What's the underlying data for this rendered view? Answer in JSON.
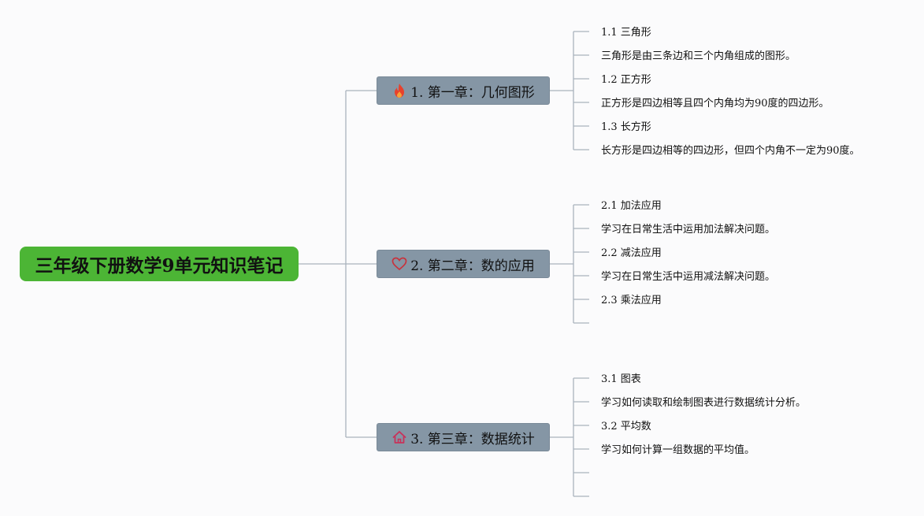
{
  "root": {
    "title": "三年级下册数学9单元知识笔记",
    "color": "#4cb535"
  },
  "chapters": [
    {
      "title": "1. 第一章：几何图形",
      "icon": "fire-icon",
      "items": [
        "1.1 三角形",
        "三角形是由三条边和三个内角组成的图形。",
        "1.2 正方形",
        "正方形是四边相等且四个内角均为90度的四边形。",
        "1.3 长方形",
        "长方形是四边相等的四边形，但四个内角不一定为90度。"
      ]
    },
    {
      "title": "2. 第二章：数的应用",
      "icon": "heart-icon",
      "items": [
        "2.1 加法应用",
        "学习在日常生活中运用加法解决问题。",
        "2.2 减法应用",
        "学习在日常生活中运用减法解决问题。",
        "2.3 乘法应用",
        ""
      ]
    },
    {
      "title": "3. 第三章：数据统计",
      "icon": "home-icon",
      "items": [
        "3.1 图表",
        "学习如何读取和绘制图表进行数据统计分析。",
        "3.2 平均数",
        "学习如何计算一组数据的平均值。",
        "",
        ""
      ]
    }
  ],
  "colors": {
    "chapter_fill": "#8596a5",
    "connector": "#a9b3bd"
  }
}
